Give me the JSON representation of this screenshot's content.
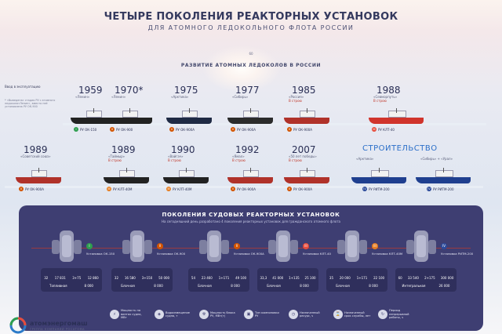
{
  "header": {
    "title": "ЧЕТЫРЕ ПОКОЛЕНИЯ РЕАКТОРНЫХ УСТАНОВОК",
    "subtitle": "ДЛЯ АТОМНОГО ЛЕДОКОЛЬНОГО ФЛОТА РОССИИ",
    "badge": "60"
  },
  "timeline": {
    "section_title": "РАЗВИТИЕ АТОМНЫХ ЛЕДОКОЛОВ В РОССИИ",
    "ops_label": "Ввод в эксплуатацию",
    "note": "* «Выведена» стадия РУ с атомного ледокола«Ленин», вместо неё установлена РУ ОК-900",
    "row1": [
      {
        "year": "1959",
        "name": "«Ленин»",
        "status": "",
        "reactor": "РУ ОК-150",
        "gen": "I",
        "gen_color": "#2e9e4f",
        "hull": "#222222"
      },
      {
        "year": "1970*",
        "name": "«Ленин»",
        "status": "",
        "reactor": "РУ ОК-900",
        "gen": "II",
        "gen_color": "#d35400",
        "hull": "#222222"
      },
      {
        "year": "1975",
        "name": "«Арктика»",
        "status": "",
        "reactor": "РУ ОК-900А",
        "gen": "II",
        "gen_color": "#d35400",
        "hull": "#1f2a44"
      },
      {
        "year": "1977",
        "name": "«Сибирь»",
        "status": "",
        "reactor": "РУ ОК-900А",
        "gen": "II",
        "gen_color": "#d35400",
        "hull": "#2b2b2b"
      },
      {
        "year": "1985",
        "name": "«Россия»",
        "status": "В строю",
        "reactor": "РУ ОК-900А",
        "gen": "II",
        "gen_color": "#d35400",
        "hull": "#b0322a"
      },
      {
        "year": "1988",
        "name": "«Севморпуть»",
        "status": "В строю",
        "reactor": "РУ КЛТ-40",
        "gen": "III",
        "gen_color": "#e74c3c",
        "hull": "#d0342c"
      }
    ],
    "row2": [
      {
        "year": "1989",
        "name": "«Советский союз»",
        "status": "",
        "reactor": "РУ ОК-900А",
        "gen": "II",
        "gen_color": "#d35400",
        "hull": "#b0322a"
      },
      {
        "year": "1989",
        "name": "«Таймыр»",
        "status": "В строю",
        "reactor": "РУ КЛТ-40М",
        "gen": "III",
        "gen_color": "#e67e22",
        "hull": "#222222"
      },
      {
        "year": "1990",
        "name": "«Вайгач»",
        "status": "В строю",
        "reactor": "РУ КЛТ-40М",
        "gen": "III",
        "gen_color": "#e67e22",
        "hull": "#222222"
      },
      {
        "year": "1992",
        "name": "«Ямал»",
        "status": "В строю",
        "reactor": "РУ ОК-900А",
        "gen": "II",
        "gen_color": "#d35400",
        "hull": "#b0322a"
      },
      {
        "year": "2007",
        "name": "«50 лет победы»",
        "status": "В строю",
        "reactor": "РУ ОК-900А",
        "gen": "II",
        "gen_color": "#d35400",
        "hull": "#b0322a"
      }
    ],
    "construction": {
      "label": "СТРОИТЕЛЬСТВО",
      "ships": [
        {
          "name": "«Арктика»",
          "reactor": "РУ РИТМ-200",
          "gen": "IV",
          "gen_color": "#2c4a9a",
          "hull": "#1f3f8f"
        },
        {
          "name": "«Сибирь» + «Урал»",
          "reactor": "РУ РИТМ-200",
          "gen": "IV",
          "gen_color": "#2c4a9a",
          "hull": "#1f3f8f"
        }
      ]
    }
  },
  "generations": {
    "title": "ПОКОЛЕНИЯ СУДОВЫХ РЕАКТОРНЫХ УСТАНОВОК",
    "subtitle": "На сегодняшний день разработано 4 поколения реакторных установок для гражданского атомного флота",
    "reactors": [
      {
        "gen": "I",
        "gen_color": "#2e9e4f",
        "name": "Установка ОК-150",
        "stats_top": [
          "32",
          "17 831",
          "3+75",
          "12 860"
        ],
        "stats_bottom": [
          "Топливная",
          "8 000"
        ]
      },
      {
        "gen": "II",
        "gen_color": "#d35400",
        "name": "Установка ОК-900",
        "stats_top": [
          "32",
          "16 580",
          "3+150",
          "50 000"
        ],
        "stats_bottom": [
          "Блочная",
          "8 000"
        ]
      },
      {
        "gen": "II",
        "gen_color": "#d35400",
        "name": "Установка ОК-900А",
        "stats_top": [
          "54",
          "23 460",
          "1+171",
          "49 100"
        ],
        "stats_bottom": [
          "Блочная",
          "8 000"
        ]
      },
      {
        "gen": "III",
        "gen_color": "#e74c3c",
        "name": "Установка КЛТ-40",
        "stats_top": [
          "33,3",
          "41 000",
          "1+135",
          "25 100"
        ],
        "stats_bottom": [
          "Блочная",
          "8 000"
        ]
      },
      {
        "gen": "III",
        "gen_color": "#e67e22",
        "name": "Установка КЛТ-40М",
        "stats_top": [
          "35",
          "20 000",
          "1+171",
          "22 100"
        ],
        "stats_bottom": [
          "Блочная",
          "8 000"
        ]
      },
      {
        "gen": "IV",
        "gen_color": "#2c4a9a",
        "name": "Установка РИТМ-200",
        "stats_top": [
          "60",
          "33 540",
          "2+175",
          "300 000"
        ],
        "stats_bottom": [
          "Интегральная",
          "26 000"
        ]
      }
    ],
    "legend": [
      {
        "icon": "⚡",
        "text": "Мощность на винтах судна, МВт"
      },
      {
        "icon": "◈",
        "text": "Водоизмещение судна, т"
      },
      {
        "icon": "☢",
        "text": "Мощность блока РУ, МВт(т)"
      },
      {
        "icon": "▣",
        "text": "Тип компоновки РУ"
      },
      {
        "icon": "◷",
        "text": "Назначенный ресурс, ч"
      },
      {
        "icon": "⌛",
        "text": "Назначенный срок службы, лет"
      },
      {
        "icon": "↻",
        "text": "Период непрерывной работы, ч"
      }
    ]
  },
  "footer": {
    "logo_text": "атомэнергомаш",
    "logo_sub": "ГРУППА КОМПАНИЙ РОСАТОМА"
  }
}
